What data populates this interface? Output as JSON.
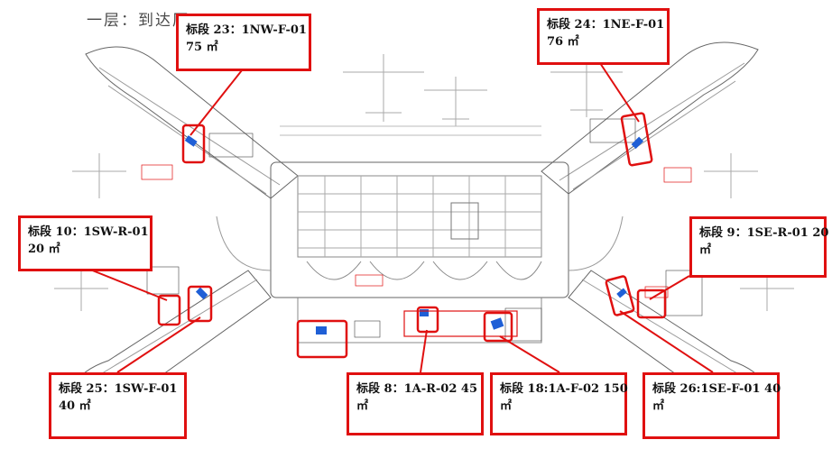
{
  "title": "一层：到达厅",
  "callouts": [
    {
      "id": "c23",
      "line1": "标段 23：1NW-F-01",
      "line2": "75 ㎡"
    },
    {
      "id": "c24",
      "line1": "标段 24：1NE-F-01",
      "line2": "76 ㎡"
    },
    {
      "id": "c10",
      "line1": "标段 10：1SW-R-01",
      "line2": "20 ㎡"
    },
    {
      "id": "c9",
      "line1": "标段 9：1SE-R-01 20",
      "line2": "㎡"
    },
    {
      "id": "c25",
      "line1": "标段 25：1SW-F-01",
      "line2": "40 ㎡"
    },
    {
      "id": "c8",
      "line1": "标段 8：1A-R-02 45",
      "line2": "㎡"
    },
    {
      "id": "c18",
      "line1": "标段 18:1A-F-02 150",
      "line2": "㎡"
    },
    {
      "id": "c26",
      "line1": "标段 26:1SE-F-01 40",
      "line2": "㎡"
    }
  ],
  "colors": {
    "highlight": "#e01010",
    "plan_line": "#555555",
    "marker": "#1f5fd6"
  }
}
